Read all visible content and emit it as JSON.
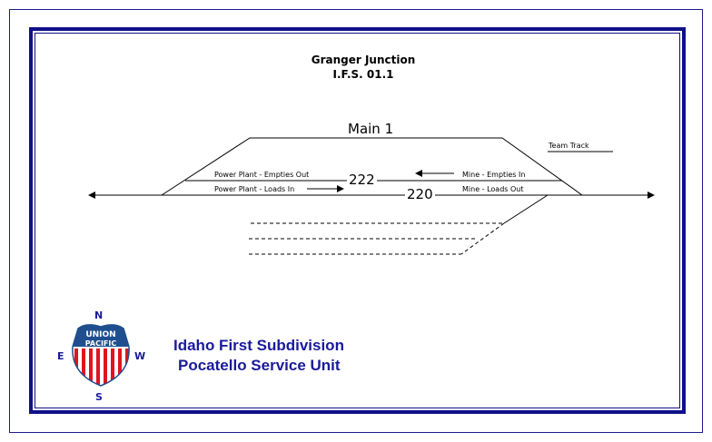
{
  "header": {
    "title": "Granger Junction",
    "subtitle": "I.F.S. 01.1"
  },
  "tracks": {
    "main": "Main 1",
    "siding_222": "222",
    "main_220": "220",
    "team_track": "Team Track",
    "pp_empties_out": "Power Plant - Empties Out",
    "pp_loads_in": "Power Plant - Loads In",
    "mine_empties_in": "Mine - Empties In",
    "mine_loads_out": "Mine - Loads Out"
  },
  "logo": {
    "line1": "UNION",
    "line2": "PACIFIC"
  },
  "compass": {
    "n": "N",
    "e": "E",
    "w": "W",
    "s": "S"
  },
  "footer": {
    "line1": "Idaho First Subdivision",
    "line2": "Pocatello Service Unit"
  },
  "colors": {
    "frame": "#10108a",
    "text_blue": "#1a1a9c",
    "logo_blue": "#1f4f8f",
    "logo_red": "#e0141e"
  }
}
